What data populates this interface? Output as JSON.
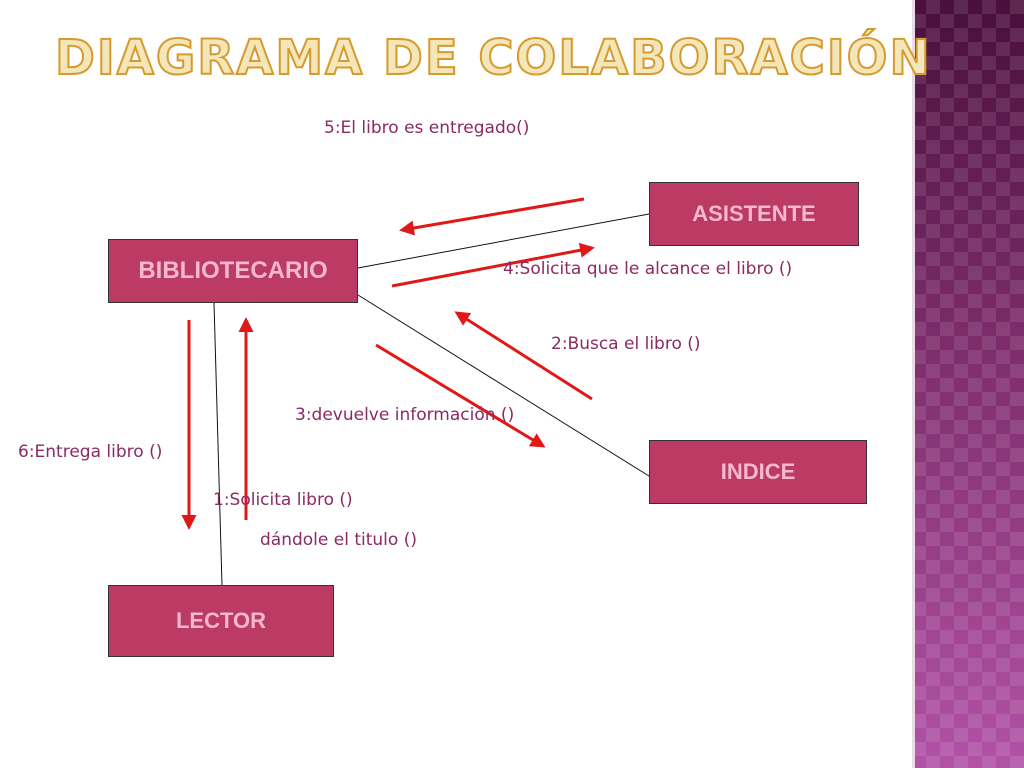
{
  "title": "Diagrama de colaboración",
  "objects": {
    "bibliotecario": "BIBLIOTECARIO",
    "asistente": "ASISTENTE",
    "indice": "INDICE",
    "lector": "LECTOR"
  },
  "messages": {
    "m1_line1": "1:Solicita libro ()",
    "m1_line2": "dándole el titulo ()",
    "m2": "2:Busca el libro ()",
    "m3": "3:devuelve información ()",
    "m4": "4:Solicita que le alcance el libro ()",
    "m5": "5:El libro es entregado()",
    "m6": "6:Entrega libro ()"
  },
  "colors": {
    "box_fill": "#bb3b64",
    "box_text": "#f6b7d0",
    "arrow": "#e01818",
    "message_text": "#8b2a63",
    "side_band": "#7b2a6a"
  }
}
